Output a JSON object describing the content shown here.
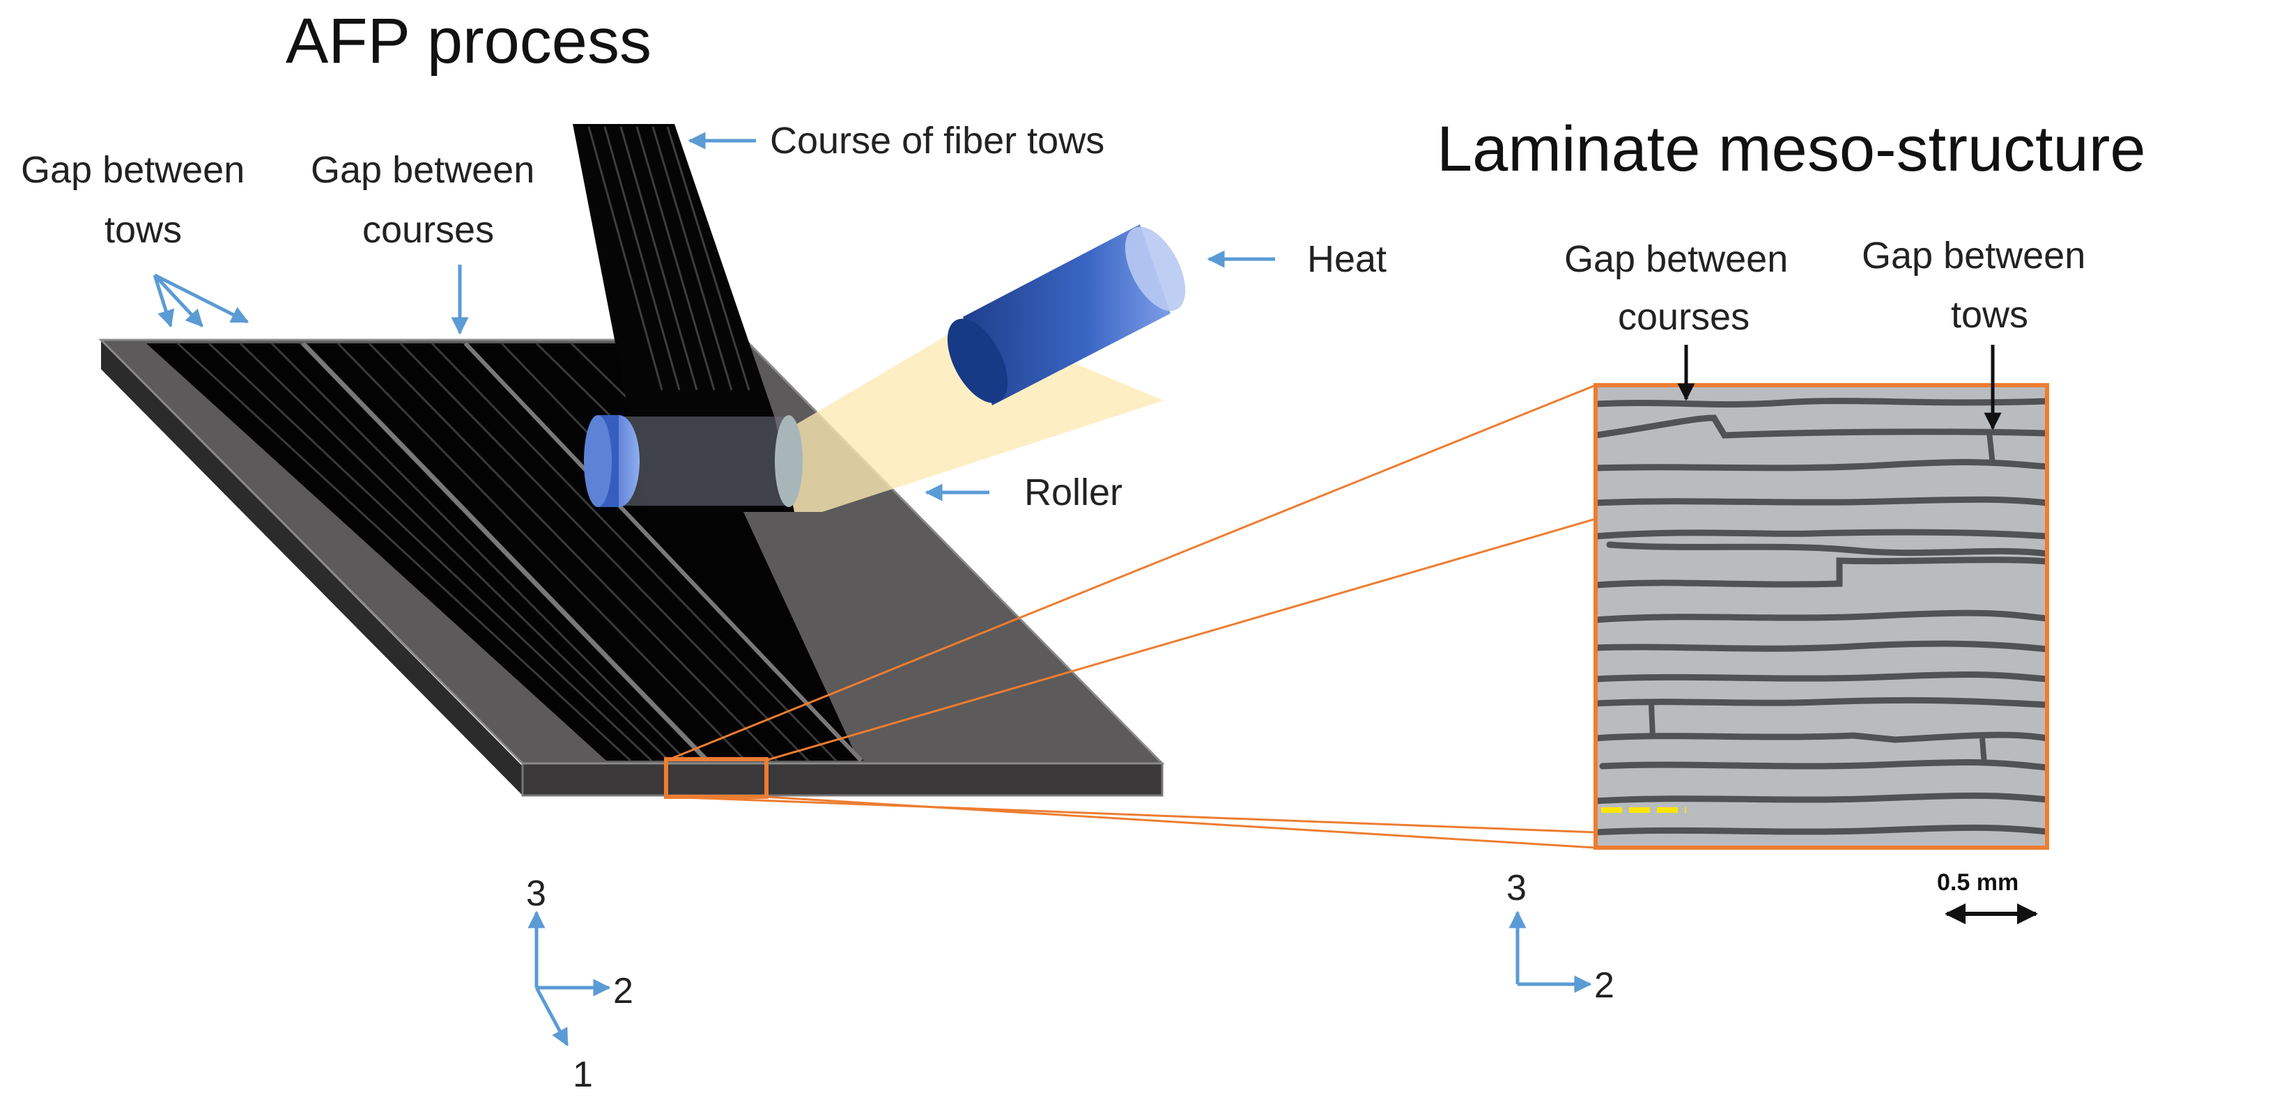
{
  "titles": {
    "left": "AFP process",
    "right": "Laminate meso-structure"
  },
  "left_labels": {
    "gap_tows_1": "Gap between",
    "gap_tows_2": "tows",
    "gap_courses_1": "Gap between",
    "gap_courses_2": "courses",
    "course_of_fiber_tows": "Course of fiber tows",
    "heat": "Heat",
    "roller": "Roller"
  },
  "right_labels": {
    "gap_courses_1": "Gap between",
    "gap_courses_2": "courses",
    "gap_tows_1": "Gap between",
    "gap_tows_2": "tows",
    "scale": "0.5 mm"
  },
  "axes_left": {
    "a3": "3",
    "a2": "2",
    "a1": "1"
  },
  "axes_right": {
    "a3": "3",
    "a2": "2"
  },
  "colors": {
    "arrow_blue": "#5b9bd5",
    "orange": "#ed7d31",
    "plate_dark": "#1f1f1f",
    "plate_gray": "#5a5858",
    "tow_black": "#050505",
    "heat_cone": "#fde9b3",
    "micro_bg": "#b9bcbe",
    "micro_line": "#4f5354",
    "scale_yellow": "#ffe600"
  }
}
